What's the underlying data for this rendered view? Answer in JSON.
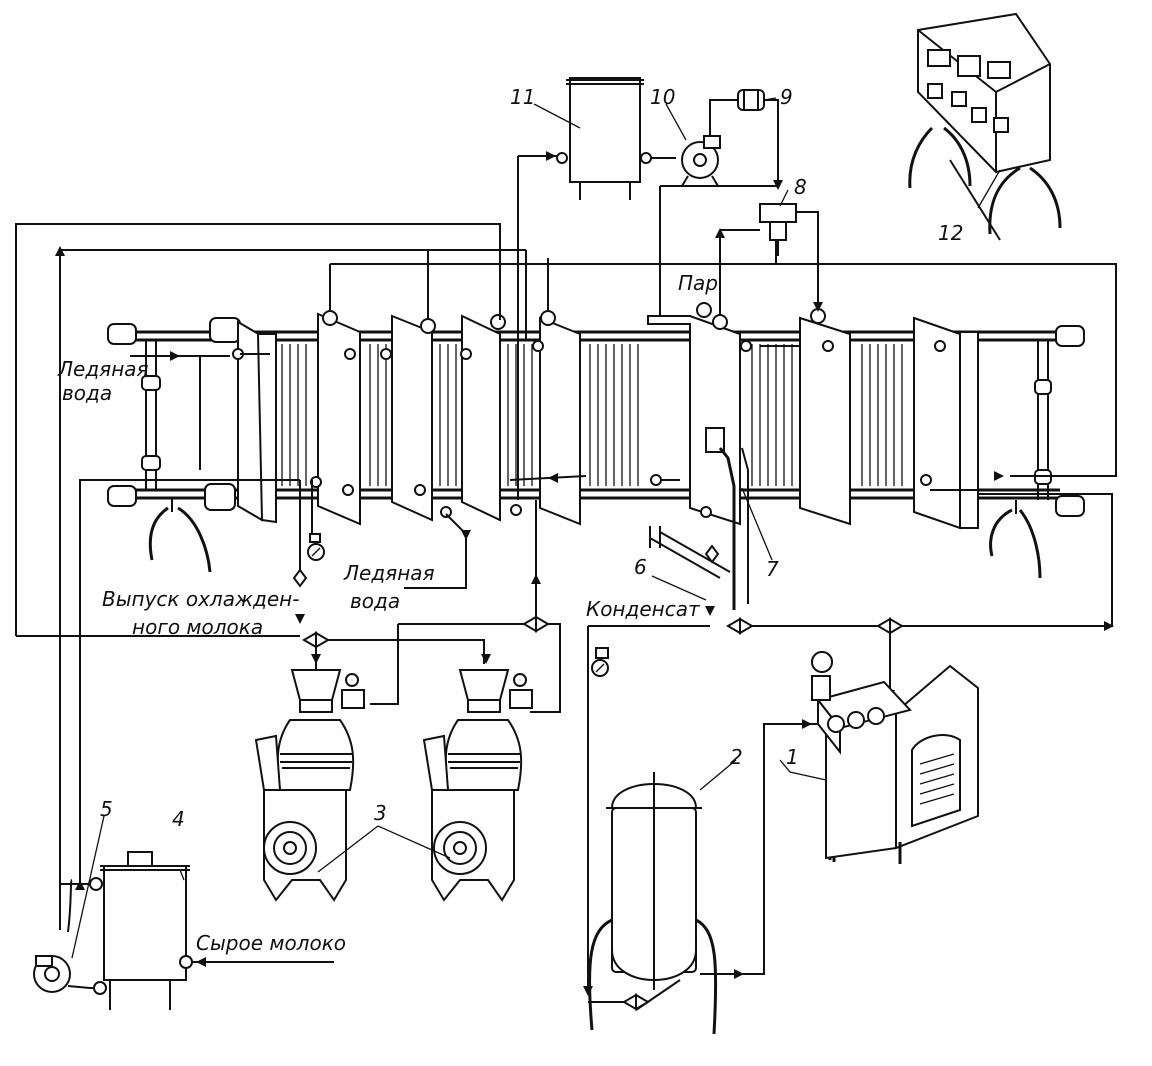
{
  "labels": {
    "ice_water_left_line1": "Ледяная",
    "ice_water_left_line2": "вода",
    "ice_water_mid_line1": "Ледяная",
    "ice_water_mid_line2": "вода",
    "steam": "Пар",
    "condensate": "Конденсат",
    "cooled_milk_line1": "Выпуск охлажден-",
    "cooled_milk_line2": "ного молока",
    "raw_milk": "Сырое молоко"
  },
  "numbers": {
    "n1": "1",
    "n2": "2",
    "n3": "3",
    "n4": "4",
    "n5": "5",
    "n6": "6",
    "n7": "7",
    "n8": "8",
    "n9": "9",
    "n10": "10",
    "n11": "11",
    "n12": "12"
  }
}
